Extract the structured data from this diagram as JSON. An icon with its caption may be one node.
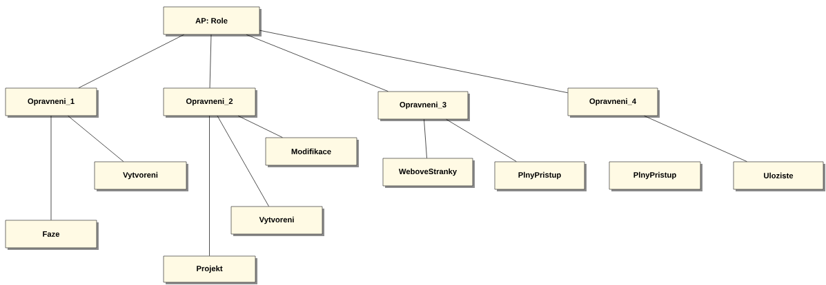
{
  "diagram": {
    "nodes": [
      {
        "text": [
          "AP: Role"
        ]
      },
      {
        "text": [
          "Opravneni_1"
        ]
      },
      {
        "text": [
          "Opravneni_2"
        ]
      },
      {
        "text": [
          "Opravneni_3"
        ]
      },
      {
        "text": [
          "Opravneni_4"
        ]
      },
      {
        "text": [
          "Vytvoreni"
        ]
      },
      {
        "text": [
          "Faze"
        ]
      },
      {
        "text": [
          "Modifikace"
        ]
      },
      {
        "text": [
          "Vytvoreni"
        ]
      },
      {
        "text": [
          "Projekt"
        ]
      },
      {
        "text": [
          "WeboveStranky"
        ]
      },
      {
        "text": [
          "PlnyPristup"
        ]
      },
      {
        "text": [
          "PlnyPristup"
        ]
      },
      {
        "text": [
          "Uloziste"
        ]
      }
    ],
    "edges": [
      {
        "from": 0,
        "to": 1,
        "arrow": "none"
      },
      {
        "from": 0,
        "to": 2,
        "arrow": "none"
      },
      {
        "from": 0,
        "to": 3,
        "arrow": "none"
      },
      {
        "from": 0,
        "to": 4,
        "arrow": "none"
      },
      {
        "from": 1,
        "to": 6,
        "arrow": "none"
      },
      {
        "from": 1,
        "to": 5,
        "arrow": "none"
      },
      {
        "from": 2,
        "to": 9,
        "arrow": "none"
      },
      {
        "from": 2,
        "to": 8,
        "arrow": "none"
      },
      {
        "from": 2,
        "to": 7,
        "arrow": "none"
      },
      {
        "from": 3,
        "to": 10,
        "arrow": "none"
      },
      {
        "from": 3,
        "to": 11,
        "arrow": "none"
      },
      {
        "from": 4,
        "to": 13,
        "arrow": "none"
      }
    ]
  }
}
